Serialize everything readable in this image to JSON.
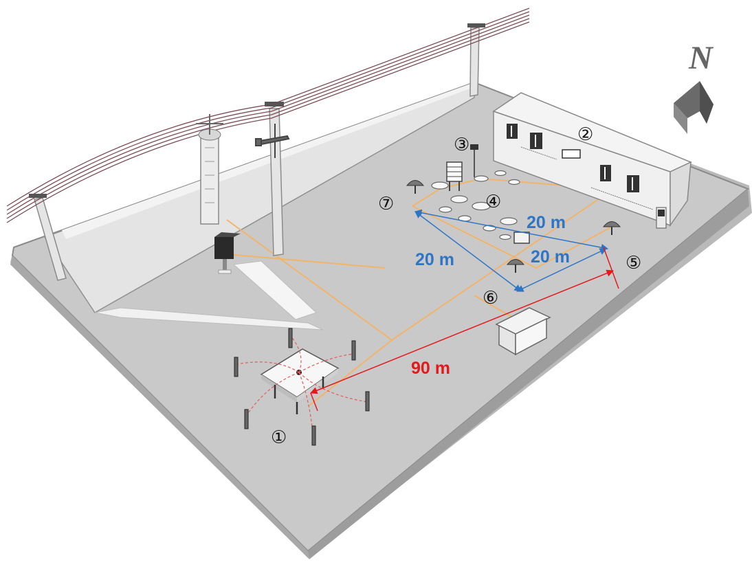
{
  "north": {
    "label": "N",
    "color": "#666666"
  },
  "markers": [
    {
      "id": "1",
      "label": "①"
    },
    {
      "id": "2",
      "label": "②"
    },
    {
      "id": "3",
      "label": "③"
    },
    {
      "id": "4",
      "label": "④"
    },
    {
      "id": "5",
      "label": "⑤"
    },
    {
      "id": "6",
      "label": "⑥"
    },
    {
      "id": "7",
      "label": "⑦"
    }
  ],
  "distances": {
    "blue_top": "20 m",
    "blue_left": "20 m",
    "blue_right": "20 m",
    "red": "90 m"
  },
  "colors": {
    "ground": "#c8c8c8",
    "wall": "#e2e2e2",
    "path": "#f2b46a",
    "blue": "#2f75c6",
    "red": "#e3191c"
  }
}
